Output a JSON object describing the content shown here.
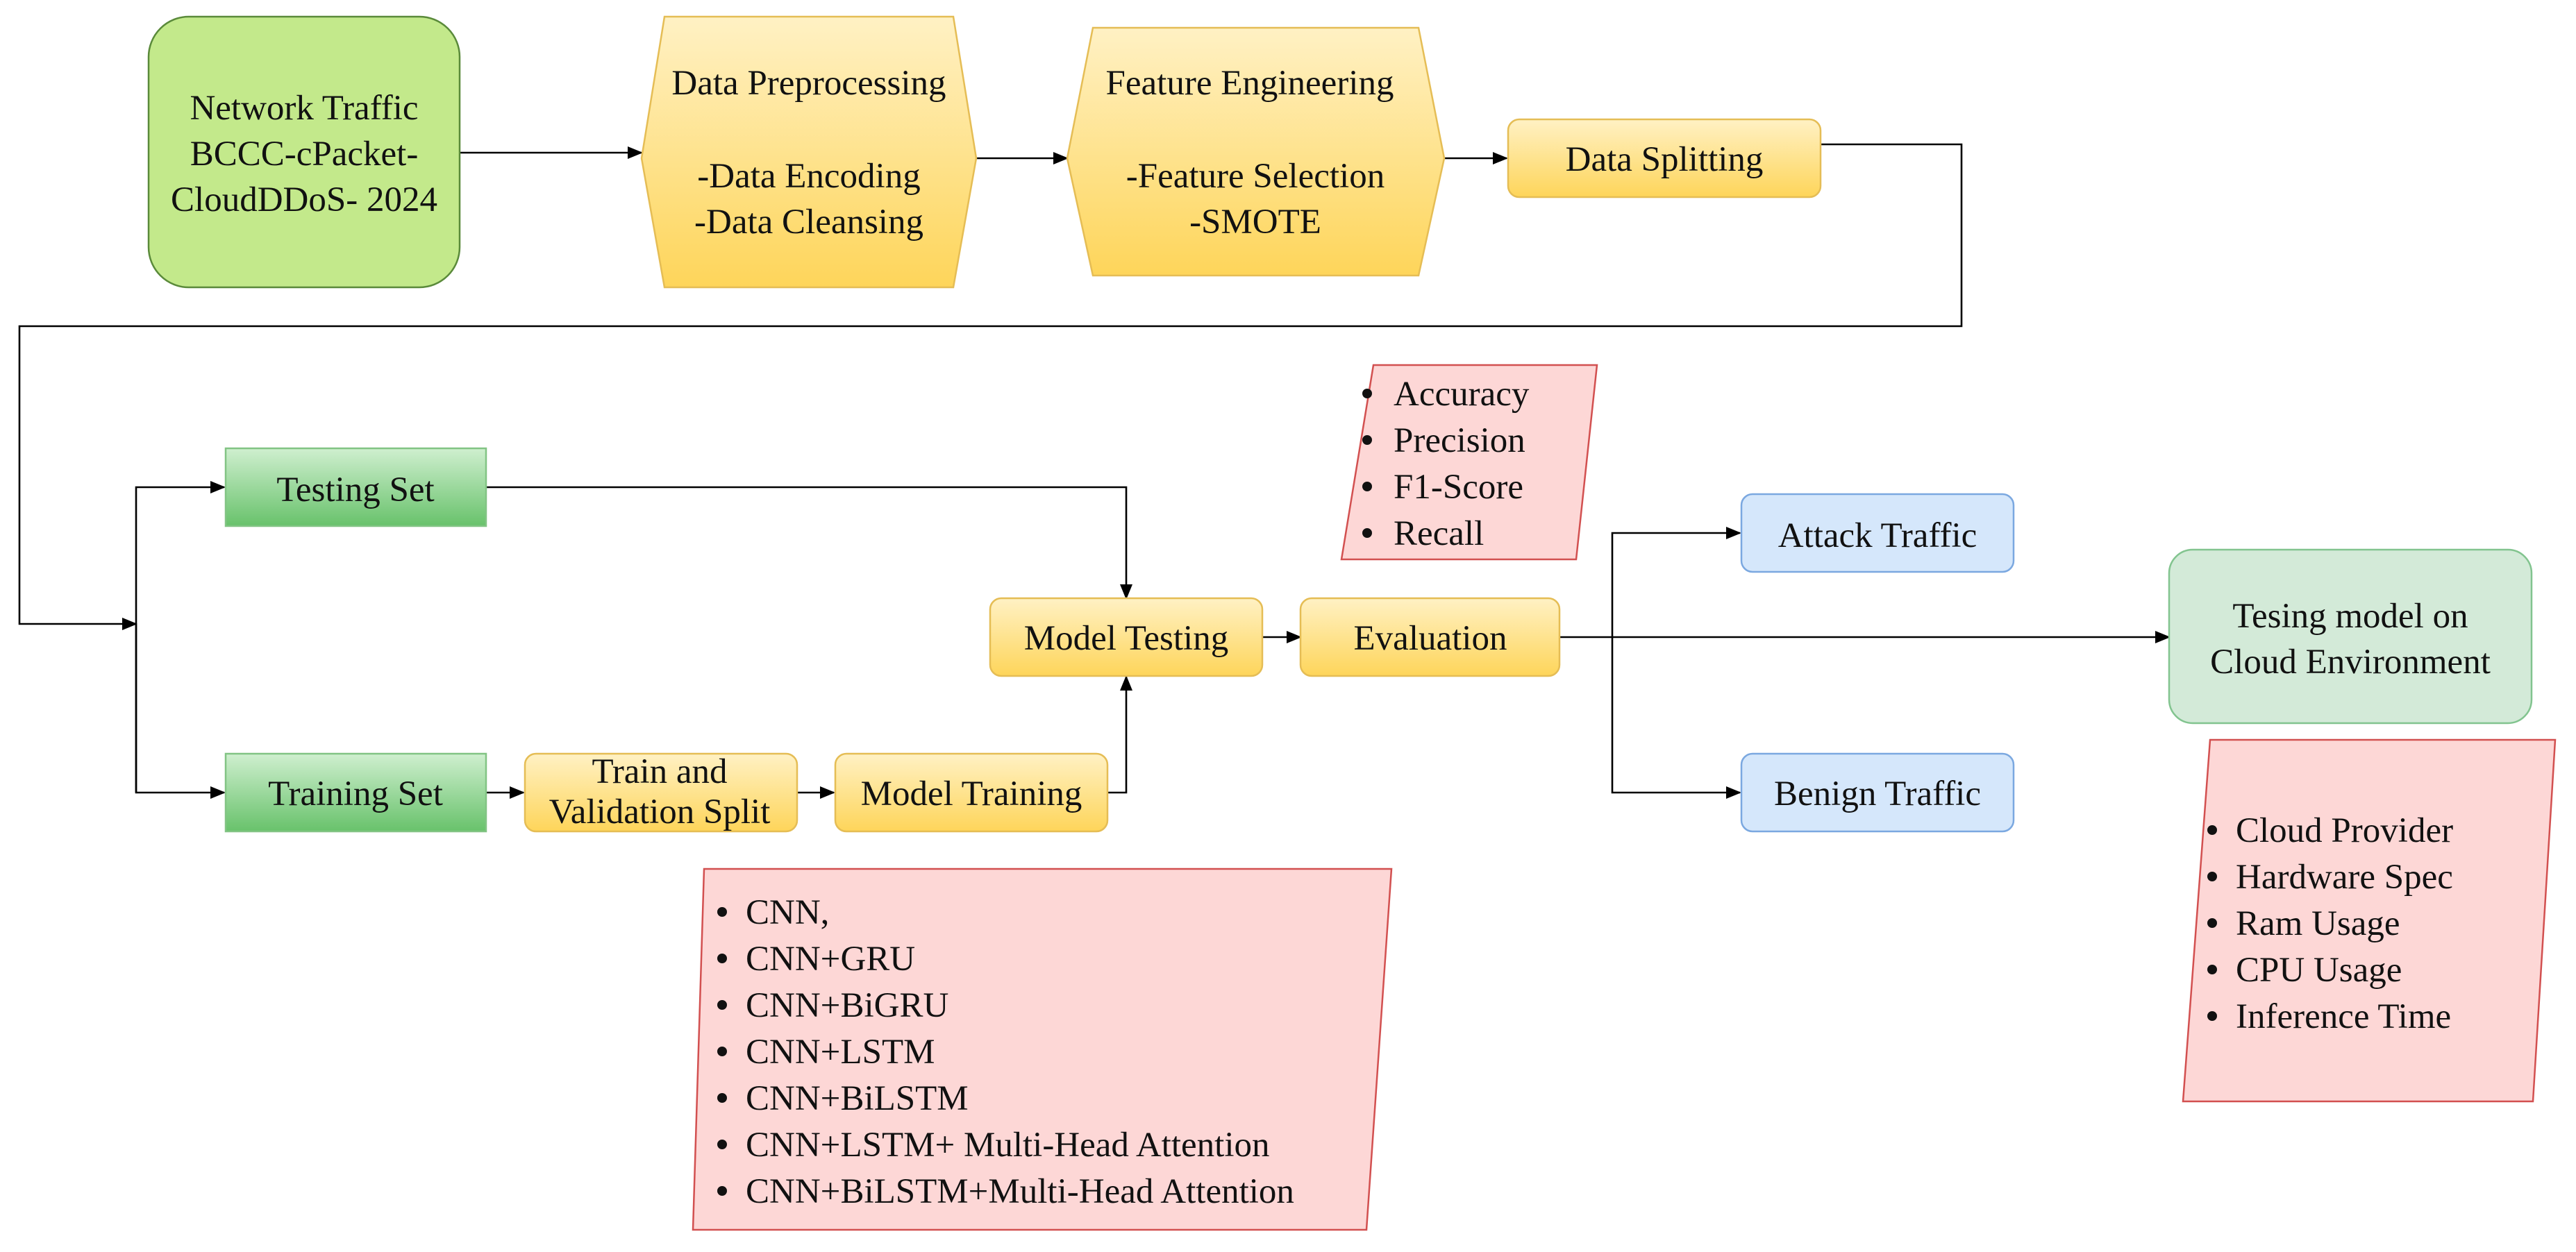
{
  "colors": {
    "source_fill": "#c3e98b",
    "source_stroke": "#5a8a3a",
    "process_fill_top": "#fff1c4",
    "process_fill_bottom": "#fed55a",
    "process_stroke": "#e5bd55",
    "set_fill_top": "#cfefcf",
    "set_fill_bottom": "#68c26b",
    "set_stroke": "#82c484",
    "note_fill": "#fdd7d6",
    "note_stroke": "#d25050",
    "output_fill": "#d5e7fb",
    "output_stroke": "#7ba8e0",
    "cloud_fill": "#d3ead8",
    "cloud_stroke": "#82c48f",
    "arrow": "#000000"
  },
  "nodes": {
    "network_traffic": [
      "Network Traffic",
      "BCCC-cPacket-",
      "CloudDDoS- 2024"
    ],
    "data_preprocessing": [
      "Data Preprocessing",
      "",
      "-Data Encoding",
      "-Data Cleansing"
    ],
    "feature_engineering": [
      "Feature Engineering",
      "",
      "-Feature Selection",
      "-SMOTE"
    ],
    "data_splitting": "Data Splitting",
    "testing_set": "Testing Set",
    "training_set": "Training Set",
    "train_validation_split": [
      "Train and",
      "Validation Split"
    ],
    "model_training": "Model Training",
    "model_testing": "Model Testing",
    "evaluation": "Evaluation",
    "attack_traffic": "Attack Traffic",
    "benign_traffic": "Benign Traffic",
    "cloud_test": [
      "Tesing  model on",
      "Cloud Environment"
    ]
  },
  "notes": {
    "metrics": [
      "Accuracy",
      "Precision",
      "F1-Score",
      "Recall"
    ],
    "models": [
      "CNN,",
      "CNN+GRU",
      "CNN+BiGRU",
      "CNN+LSTM",
      "CNN+BiLSTM",
      "CNN+LSTM+ Multi-Head Attention",
      "CNN+BiLSTM+Multi-Head Attention"
    ],
    "cloud_metrics": [
      "Cloud Provider",
      "Hardware Spec",
      "Ram Usage",
      "CPU Usage",
      "Inference Time"
    ]
  }
}
